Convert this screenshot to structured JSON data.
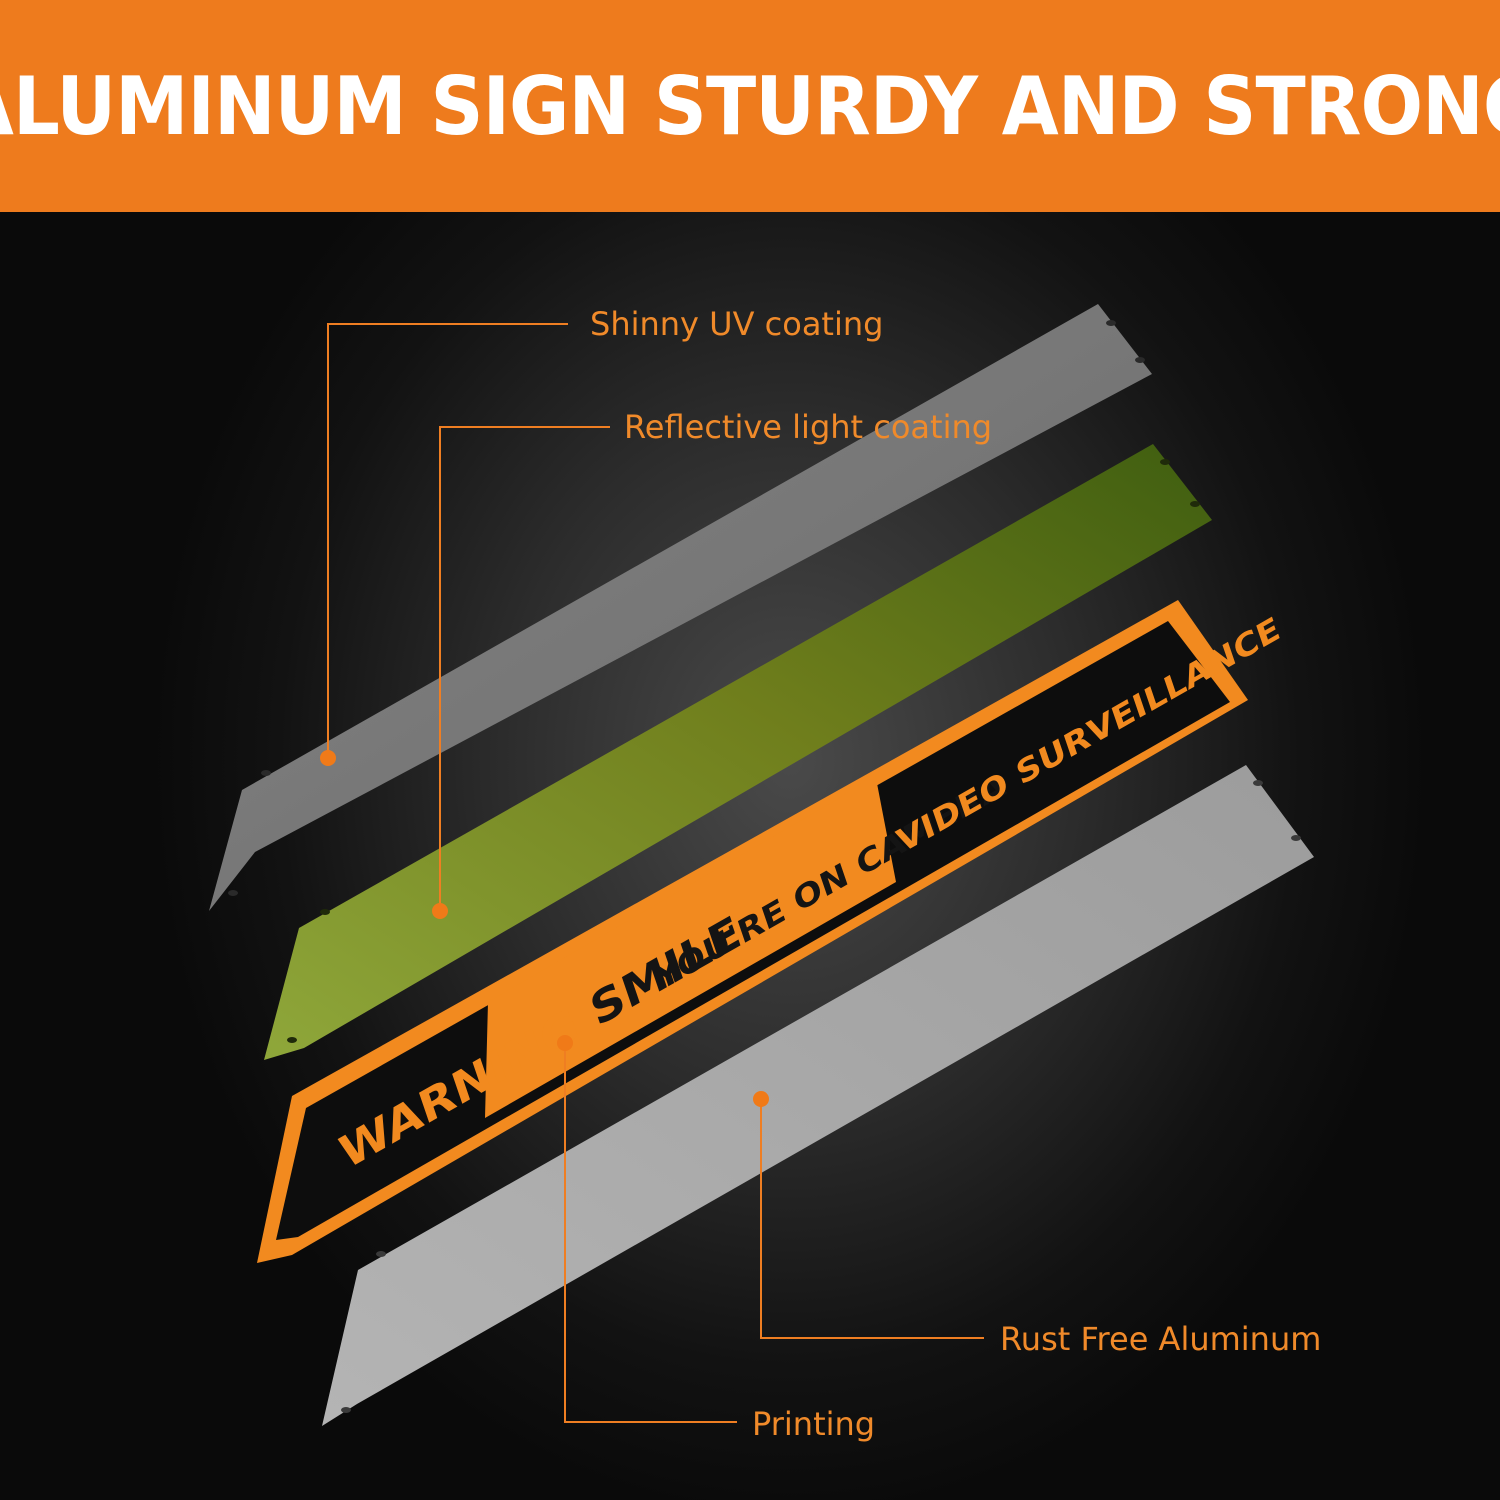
{
  "banner": {
    "title": "ALUMINUM SIGN STURDY AND STRONG"
  },
  "layers": [
    {
      "id": "uv",
      "label": "Shinny UV coating",
      "color": "#767676"
    },
    {
      "id": "reflective",
      "label": "Reflective light coating",
      "color": "#6f8a24"
    },
    {
      "id": "printing",
      "label": "Printing",
      "color": "#f28a1f"
    },
    {
      "id": "aluminum",
      "label": "Rust Free Aluminum",
      "color": "#a9a9a9"
    }
  ],
  "sign_print": {
    "panels": [
      "WARNING",
      "SMILE",
      "YOU'RE ON CAMERA",
      "VIDEO SURVEILLANCE"
    ]
  },
  "colors": {
    "accent": "#ee7b1d",
    "background": "#1a1a1a"
  }
}
